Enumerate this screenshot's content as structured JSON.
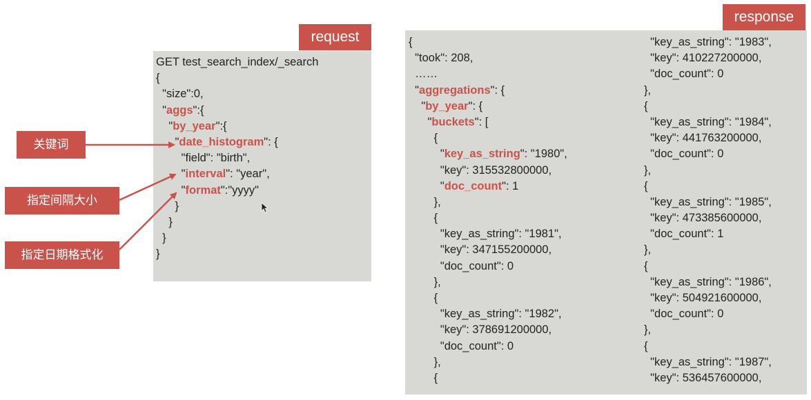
{
  "request": {
    "tab_label": "request",
    "lines": [
      [
        {
          "t": "GET test_search_index/_search"
        }
      ],
      [
        {
          "t": "{"
        }
      ],
      [
        {
          "t": "  \"size\":0,"
        }
      ],
      [
        {
          "t": "  \""
        },
        {
          "t": "aggs",
          "k": true
        },
        {
          "t": "\":{"
        }
      ],
      [
        {
          "t": "    \""
        },
        {
          "t": "by_year",
          "k": true
        },
        {
          "t": "\":{"
        }
      ],
      [
        {
          "t": "      \""
        },
        {
          "t": "date_histogram",
          "k": true
        },
        {
          "t": "\": {"
        }
      ],
      [
        {
          "t": "        \"field\": \"birth\","
        }
      ],
      [
        {
          "t": "        \""
        },
        {
          "t": "interval",
          "k": true
        },
        {
          "t": "\": \"year\","
        }
      ],
      [
        {
          "t": "        \""
        },
        {
          "t": "format",
          "k": true
        },
        {
          "t": "\":\"yyyy\""
        }
      ],
      [
        {
          "t": "      }"
        }
      ],
      [
        {
          "t": "    }"
        }
      ],
      [
        {
          "t": "  }"
        }
      ],
      [
        {
          "t": "}"
        }
      ]
    ]
  },
  "response": {
    "tab_label": "response",
    "left_lines": [
      [
        {
          "t": "{"
        }
      ],
      [
        {
          "t": "  \"took\": 208,"
        }
      ],
      [
        {
          "t": "  ……"
        }
      ],
      [
        {
          "t": "  \""
        },
        {
          "t": "aggregations",
          "k": true
        },
        {
          "t": "\": {"
        }
      ],
      [
        {
          "t": "    \""
        },
        {
          "t": "by_year",
          "k": true
        },
        {
          "t": "\": {"
        }
      ],
      [
        {
          "t": "      \""
        },
        {
          "t": "buckets",
          "k": true
        },
        {
          "t": "\": ["
        }
      ],
      [
        {
          "t": "        {"
        }
      ],
      [
        {
          "t": "          \""
        },
        {
          "t": "key_as_string",
          "k": true
        },
        {
          "t": "\": \"1980\","
        }
      ],
      [
        {
          "t": "          \"key\": 315532800000,"
        }
      ],
      [
        {
          "t": "          \""
        },
        {
          "t": "doc_count",
          "k": true
        },
        {
          "t": "\": 1"
        }
      ],
      [
        {
          "t": "        },"
        }
      ],
      [
        {
          "t": "        {"
        }
      ],
      [
        {
          "t": "          \"key_as_string\": \"1981\","
        }
      ],
      [
        {
          "t": "          \"key\": 347155200000,"
        }
      ],
      [
        {
          "t": "          \"doc_count\": 0"
        }
      ],
      [
        {
          "t": "        },"
        }
      ],
      [
        {
          "t": "        {"
        }
      ],
      [
        {
          "t": "          \"key_as_string\": \"1982\","
        }
      ],
      [
        {
          "t": "          \"key\": 378691200000,"
        }
      ],
      [
        {
          "t": "          \"doc_count\": 0"
        }
      ],
      [
        {
          "t": "        },"
        }
      ],
      [
        {
          "t": "        {"
        }
      ]
    ],
    "right_lines": [
      [
        {
          "t": "  \"key_as_string\": \"1983\","
        }
      ],
      [
        {
          "t": "  \"key\": 410227200000,"
        }
      ],
      [
        {
          "t": "  \"doc_count\": 0"
        }
      ],
      [
        {
          "t": "},"
        }
      ],
      [
        {
          "t": "{"
        }
      ],
      [
        {
          "t": "  \"key_as_string\": \"1984\","
        }
      ],
      [
        {
          "t": "  \"key\": 441763200000,"
        }
      ],
      [
        {
          "t": "  \"doc_count\": 0"
        }
      ],
      [
        {
          "t": "},"
        }
      ],
      [
        {
          "t": "{"
        }
      ],
      [
        {
          "t": "  \"key_as_string\": \"1985\","
        }
      ],
      [
        {
          "t": "  \"key\": 473385600000,"
        }
      ],
      [
        {
          "t": "  \"doc_count\": 1"
        }
      ],
      [
        {
          "t": "},"
        }
      ],
      [
        {
          "t": "{"
        }
      ],
      [
        {
          "t": "  \"key_as_string\": \"1986\","
        }
      ],
      [
        {
          "t": "  \"key\": 504921600000,"
        }
      ],
      [
        {
          "t": "  \"doc_count\": 0"
        }
      ],
      [
        {
          "t": "},"
        }
      ],
      [
        {
          "t": "{"
        }
      ],
      [
        {
          "t": "  \"key_as_string\": \"1987\","
        }
      ],
      [
        {
          "t": "  \"key\": 536457600000,"
        }
      ]
    ]
  },
  "annotations": {
    "keyword": "关键词",
    "interval": "指定间隔大小",
    "format": "指定日期格式化"
  },
  "colors": {
    "accent": "#c9534a",
    "panel": "#d8d8d5",
    "text": "#222222"
  }
}
